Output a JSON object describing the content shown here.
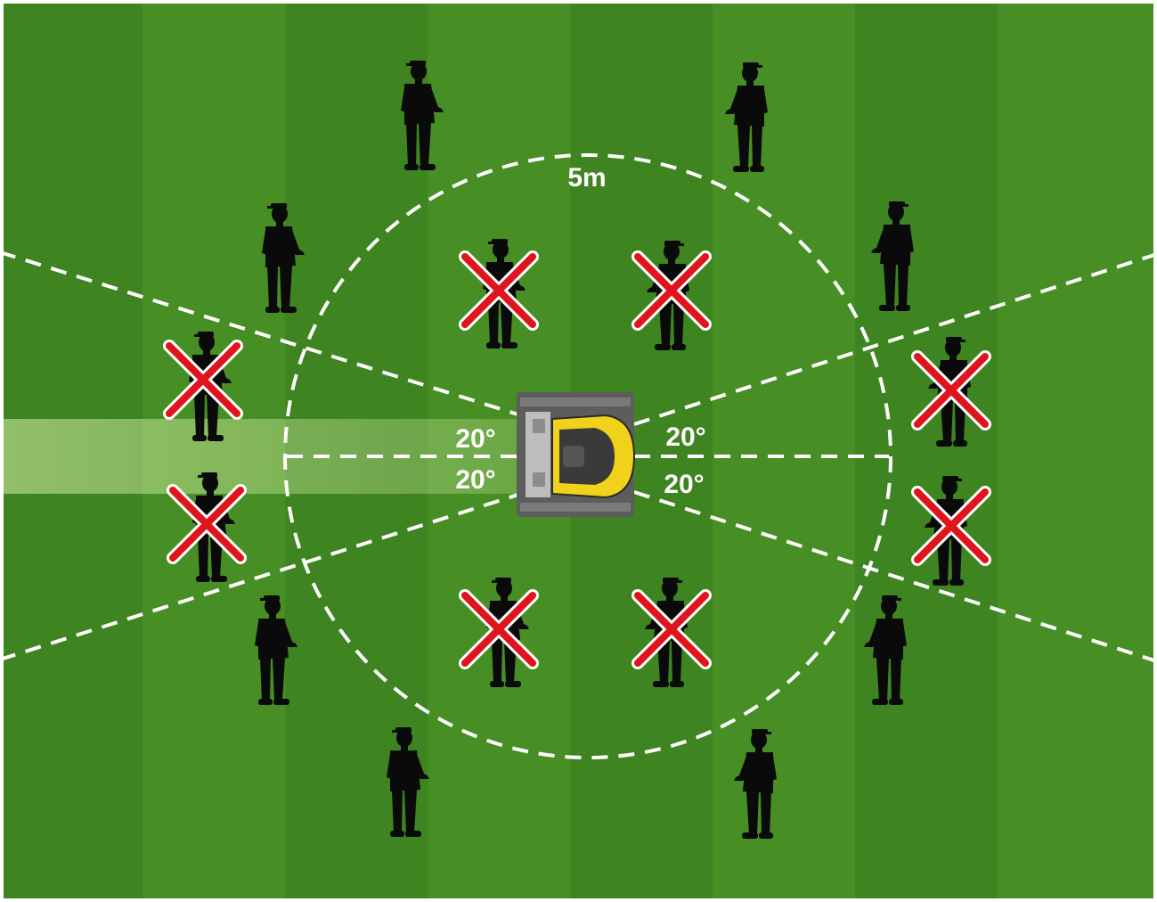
{
  "diagram": {
    "colors": {
      "grass_light": "#4f9e2a",
      "grass_dark": "#3f8a20",
      "dashed_line": "#ffffff",
      "operator_silhouette": "#0a0a0a",
      "prohibited_mark": "#e0141c",
      "machine_body": "#f0d21a",
      "machine_frame": "#6a6a6a"
    },
    "radius_label": "5m",
    "angle_labels": {
      "left_upper": "20°",
      "left_lower": "20°",
      "right_upper": "20°",
      "right_lower": "20°"
    },
    "operators": {
      "allowed_count": 8,
      "prohibited_count": 8
    },
    "icons": {
      "machine": "robot-mower-icon",
      "operator": "person-silhouette-icon",
      "prohibited": "red-x-icon"
    }
  }
}
